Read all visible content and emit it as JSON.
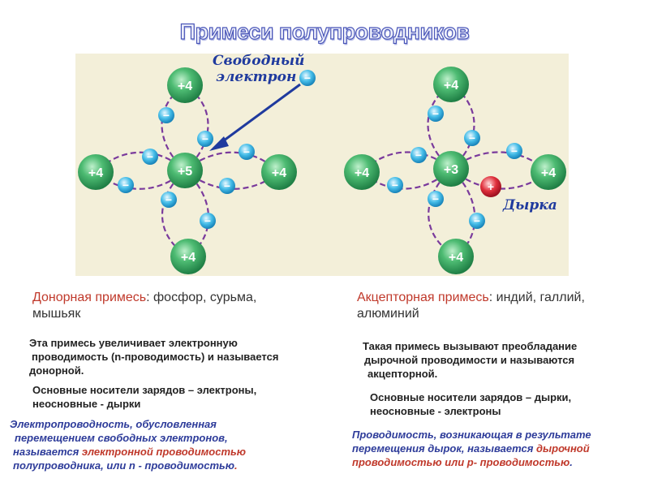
{
  "title": "Примеси полупроводников",
  "diagram": {
    "label_free_electron_1": "Свободный",
    "label_free_electron_2": "электрон",
    "label_hole": "Дырка",
    "electron_sign": "−",
    "left_atoms": {
      "center": "+5",
      "top": "+4",
      "bottom": "+4",
      "left": "+4",
      "right": "+4"
    },
    "right_atoms": {
      "center": "+3",
      "top": "+4",
      "bottom": "+4",
      "left": "+4",
      "right": "+4"
    },
    "colors": {
      "atom": "#3daa62",
      "electron": "#26a8de",
      "bond": "#7a3a9c",
      "hole": "#d02030",
      "arrow": "#1f3a9e",
      "label": "#1f3a9e"
    }
  },
  "left": {
    "heading_red": "Донорная примесь",
    "heading_rest_1": ": фосфор, сурьма,",
    "heading_rest_2": "мышьяк",
    "p1_line1": "Эта примесь увеличивает электронную",
    "p1_line2": "проводимость (n-проводимость) и называется",
    "p1_line3": "донорной.",
    "p2_line1": "Основные носители зарядов – электроны,",
    "p2_line2": "неосновные - дырки",
    "note_line1": "Электропроводность, обусловленная",
    "note_line2": "перемещением  свободных электронов,",
    "note_line3_a": "называется ",
    "note_line3_b": "электронной проводимостью",
    "note_line4_a": "полупроводника, или  n - проводимостью",
    "note_line4_b": "."
  },
  "right": {
    "heading_red": "Акцепторная примесь",
    "heading_rest_1": ": индий, галлий,",
    "heading_rest_2": "алюминий",
    "p1_line1": "Такая примесь вызывают преобладание",
    "p1_line2": "дырочной проводимости и называются",
    "p1_line3": "акцепторной.",
    "p2_line1": "Основные носители зарядов – дырки,",
    "p2_line2": "неосновные - электроны",
    "note_line1": "Проводимость, возникающая в результате",
    "note_line2_a": "перемещения дырок, называется ",
    "note_line2_b": "дырочной",
    "note_line3_a": "проводимостью или р- проводимостью",
    "note_line3_b": "."
  }
}
